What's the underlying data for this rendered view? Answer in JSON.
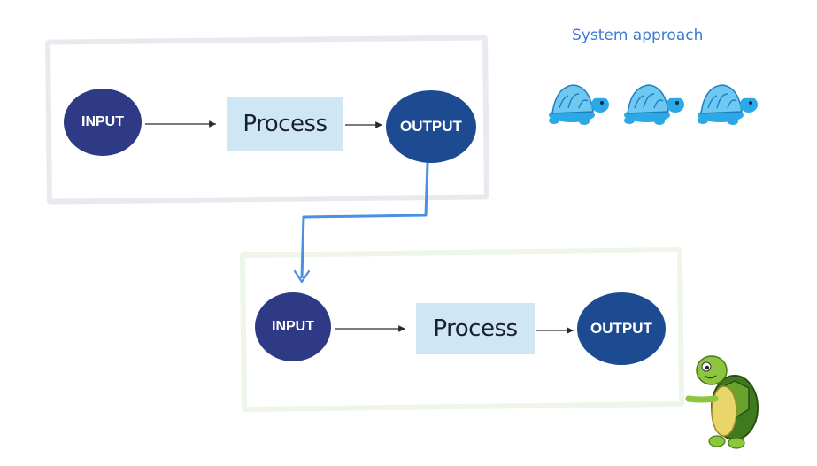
{
  "title": "System approach",
  "flow1": {
    "input": "INPUT",
    "process": "Process",
    "output": "OUTPUT"
  },
  "flow2": {
    "input": "INPUT",
    "process": "Process",
    "output": "OUTPUT"
  },
  "colors": {
    "input_circle": "#2e3a86",
    "output_circle": "#1d4b92",
    "process_box": "#cfe6f5",
    "connector": "#4a90e2",
    "title": "#3a7bd5"
  },
  "icons": [
    "turtle-icon",
    "turtle-icon",
    "turtle-icon",
    "cartoon-turtle-pointing-icon"
  ]
}
